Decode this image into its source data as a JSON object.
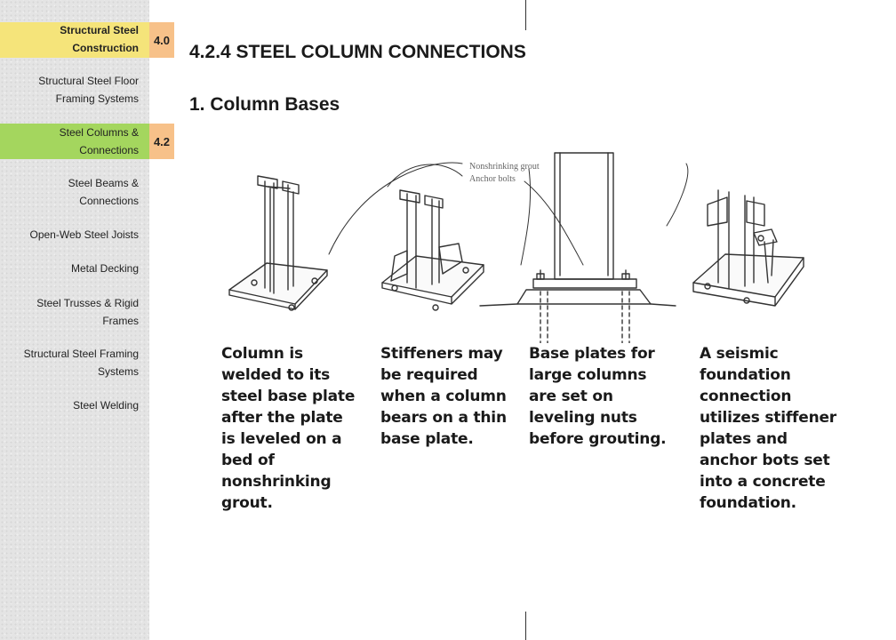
{
  "sidebar": {
    "section_badge": "4.0",
    "current_badge": "4.2",
    "items": [
      {
        "label_1": "Structural Steel",
        "label_2": "Construction"
      },
      {
        "label_1": "Structural Steel Floor",
        "label_2": "Framing Systems"
      },
      {
        "label_1": "Steel Columns &",
        "label_2": "Connections"
      },
      {
        "label_1": "Steel Beams &",
        "label_2": "Connections"
      },
      {
        "label_1": "Open-Web Steel Joists"
      },
      {
        "label_1": "Metal Decking"
      },
      {
        "label_1": "Steel Trusses & Rigid",
        "label_2": "Frames"
      },
      {
        "label_1": "Structural Steel Framing",
        "label_2": "Systems"
      },
      {
        "label_1": "Steel Welding"
      }
    ]
  },
  "main": {
    "heading": "4.2.4 STEEL COLUMN CONNECTIONS",
    "subheading": "1. Column Bases"
  },
  "figure": {
    "callout_1": "Nonshrinking grout",
    "callout_2": "Anchor bolts",
    "captions": [
      [
        "Column is",
        "welded to its",
        "steel base plate",
        "after the plate",
        "is leveled on a",
        "bed of",
        "nonshrinking",
        "grout."
      ],
      [
        "Stiffeners may",
        "be required",
        "when a column",
        "bears on a thin",
        "base plate."
      ],
      [
        "Base plates for",
        "large columns",
        "are set on",
        "leveling nuts",
        "before grouting."
      ],
      [
        "A seismic",
        "foundation",
        "connection",
        "utilizes stiffener",
        "plates and",
        "anchor bots set",
        "into a concrete",
        "foundation."
      ]
    ]
  },
  "colors": {
    "highlight_yellow": "#f5e47a",
    "highlight_green": "#a4d65e",
    "badge_orange": "#f7c189"
  }
}
